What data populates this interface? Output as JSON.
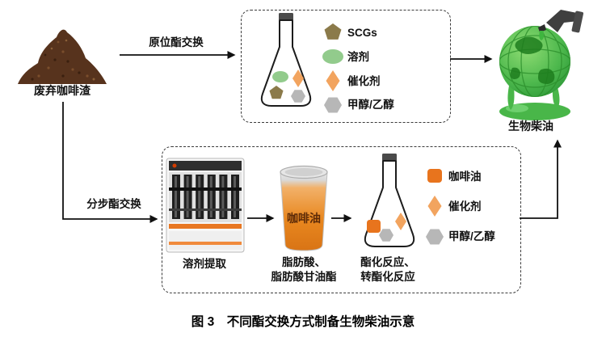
{
  "figure": {
    "caption": "图 3　不同酯交换方式制备生物柴油示意"
  },
  "labels": {
    "coffee_grounds": "废弃咖啡渣",
    "insitu_route": "原位酯交换",
    "stepwise_route": "分步酯交换",
    "biodiesel": "生物柴油",
    "solvent_extraction": "溶剂提取",
    "beaker_coffee_oil": "咖啡油",
    "fatty_line1": "脂肪酸、",
    "fatty_line2": "脂肪酸甘油酯",
    "ester_line1": "酯化反应、",
    "ester_line2": "转酯化反应"
  },
  "legend_top": [
    {
      "shape": "pentagon",
      "color": "#8b7a4a",
      "label": "SCGs"
    },
    {
      "shape": "ellipse",
      "color": "#92cb8c",
      "label": "溶剂"
    },
    {
      "shape": "diamond",
      "color": "#f2a45f",
      "label": "催化剂"
    },
    {
      "shape": "hexagon",
      "color": "#b7b7b7",
      "label": "甲醇/乙醇"
    }
  ],
  "legend_bottom": [
    {
      "shape": "rounded-square",
      "color": "#e8741d",
      "label": "咖啡油"
    },
    {
      "shape": "diamond",
      "color": "#f2a45f",
      "label": "催化剂"
    },
    {
      "shape": "hexagon",
      "color": "#b7b7b7",
      "label": "甲醇/乙醇"
    }
  ],
  "colors": {
    "coffee_pile": "#57331d",
    "globe_green": "#3fae3f",
    "beaker_oil": "#e8871f",
    "arrow": "#111111"
  }
}
